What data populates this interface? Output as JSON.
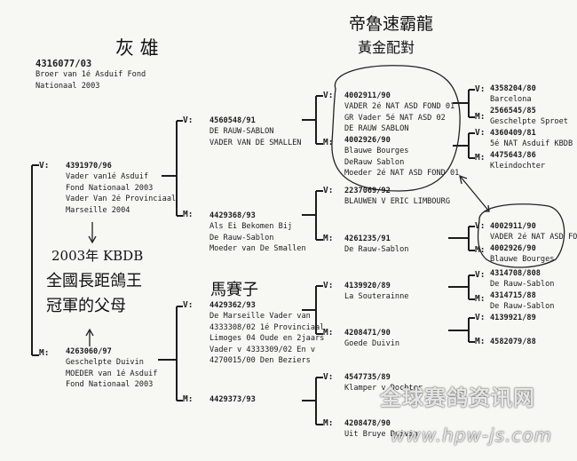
{
  "subject": {
    "ring": "4316077/03",
    "line1": "Broer van 1é Asduif Fond",
    "line2": "Nationaal 2003"
  },
  "handwriting": {
    "gender": "灰 雄",
    "champion_title_1": "帝魯速霸龍",
    "champion_title_2": "黃金配對",
    "note_1": "2003年 KBDB",
    "note_2": "全國長距鴿王",
    "note_3": "冠軍的父母",
    "seller": "馬賽子"
  },
  "labels": {
    "father": "V:",
    "mother": "M:"
  },
  "sire": {
    "ring": "4391970/96",
    "lines": [
      "Vader van1é Asduif",
      "Fond Nationaal 2003",
      "Vader Van 2é Provinciaal",
      "Marseille 2004"
    ]
  },
  "dam": {
    "ring": "4263060/97",
    "lines": [
      "Geschelpte Duivin",
      "MOEDER van 1é Asduif",
      "Fond Nationaal 2003"
    ]
  },
  "sire_sire": {
    "ring": "4560548/91",
    "lines": [
      "DE RAUW-SABLON",
      "VADER VAN DE SMALLEN"
    ]
  },
  "sire_dam": {
    "ring": "4429368/93",
    "lines": [
      "Als Ei Bekomen Bij",
      "De Rauw-Sablon",
      "Moeder van De Smallen"
    ]
  },
  "dam_sire": {
    "ring": "4429362/93",
    "lines": [
      "De Marseille Vader van",
      "4333308/02 1é Provinciaal",
      "Limoges 04 Oude en 2jaars",
      "Vader v 4333309/02 En v",
      "4270015/00 Den Beziers"
    ]
  },
  "dam_dam": {
    "ring": "4429373/93",
    "lines": []
  },
  "g3": [
    {
      "ring": "4002911/90",
      "lines": [
        "VADER 2é NAT ASD FOND 01",
        "GR Vader 5é NAT ASD 02",
        "DE RAUW SABLON"
      ]
    },
    {
      "ring": "4002926/90",
      "lines": [
        "Blauwe Bourges",
        "DeRauw Sablon",
        "Moeder 2é NAT ASD FOND 01"
      ]
    },
    {
      "ring": "2237069/92",
      "lines": [
        "BLAUWEN V ERIC LIMBOURG"
      ]
    },
    {
      "ring": "4261235/91",
      "lines": [
        "De Rauw-Sablon"
      ]
    },
    {
      "ring": "4139920/89",
      "lines": [
        "La Souterainne"
      ]
    },
    {
      "ring": "4208471/90",
      "lines": [
        "Goede Duivin"
      ]
    },
    {
      "ring": "4547735/89",
      "lines": [
        "Klamper v Dochter"
      ]
    },
    {
      "ring": "4208478/90",
      "lines": [
        "Uit Bruye Duivin"
      ]
    }
  ],
  "g4": [
    {
      "ring": "4358204/80",
      "lines": [
        "Barcelona"
      ]
    },
    {
      "ring": "2566545/85",
      "lines": [
        "Geschelpte Sproet"
      ]
    },
    {
      "ring": "4360409/81",
      "lines": [
        "5é NAT Asduif KBDB"
      ]
    },
    {
      "ring": "4475643/86",
      "lines": [
        "Kleindochter"
      ]
    },
    {
      "ring": "4002911/90",
      "lines": [
        "VADER 2é NAT ASD FO"
      ]
    },
    {
      "ring": "4002926/90",
      "lines": [
        "Blauwe Bourges"
      ]
    },
    {
      "ring": "4314708/808",
      "lines": [
        "De Rauw-Sablon"
      ]
    },
    {
      "ring": "4314715/88",
      "lines": [
        "De Rauw-Sablon"
      ]
    },
    {
      "ring": "4139921/89",
      "lines": []
    },
    {
      "ring": "4582079/88",
      "lines": []
    }
  ],
  "watermark": {
    "cn": "全球赛鸽资讯网",
    "url": "www.hpw-js.com"
  },
  "colors": {
    "ink": "#1c1c1c",
    "paper": "#f7f7f3"
  }
}
